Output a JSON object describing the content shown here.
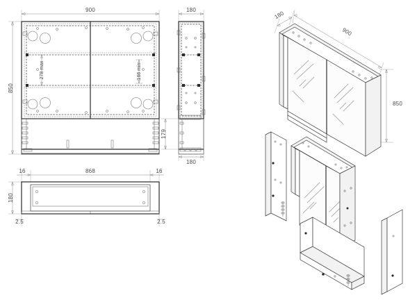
{
  "document": {
    "type": "technical-drawing",
    "subject": "Wall-mounted mirror cabinet with open bottom shelf",
    "units": "mm",
    "background_color": "#ffffff",
    "line_color": "#3c3c3c",
    "dimension_color": "#7a7a7a",
    "text_color": "#4a4a4a"
  },
  "views": {
    "front": {
      "name": "front-elevation",
      "dimensions": {
        "width_label": "900",
        "height_label": "850",
        "shelf_gap_max_label": "278 max",
        "shelf_gap_min_label": "166 min"
      }
    },
    "side": {
      "name": "side-elevation",
      "dimensions": {
        "depth_top_label": "180",
        "depth_bottom_label": "180",
        "lower_height_label": "179"
      }
    },
    "shelf_plan": {
      "name": "shelf-plan-view",
      "dimensions": {
        "inset_left_label": "16",
        "span_label": "868",
        "inset_right_label": "16",
        "depth_label": "180",
        "offset_left_label": "2.5",
        "offset_right_label": "2.5"
      }
    },
    "iso_assembled": {
      "name": "isometric-assembled-cabinet",
      "dimensions": {
        "depth_label": "180",
        "width_label": "900",
        "height_label": "850"
      }
    },
    "iso_exploded": {
      "name": "isometric-exploded-cabinet",
      "parts": [
        {
          "label": "left-side-panel"
        },
        {
          "label": "cabinet-body-with-mirror-doors"
        },
        {
          "label": "right-side-panel"
        },
        {
          "label": "bottom-shelf"
        }
      ]
    }
  }
}
